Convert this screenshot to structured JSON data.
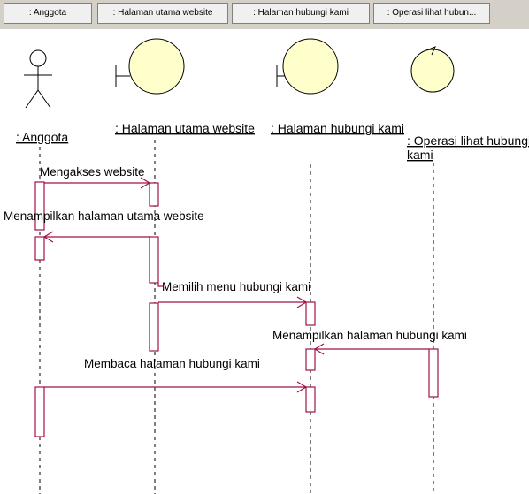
{
  "tabs": [
    {
      "label": ": Anggota"
    },
    {
      "label": ": Halaman utama website"
    },
    {
      "label": ": Halaman hubungi kami"
    },
    {
      "label": ": Operasi lihat hubun..."
    }
  ],
  "objects": [
    {
      "id": "actor",
      "type": "actor",
      "label": ": Anggota"
    },
    {
      "id": "boundary1",
      "type": "boundary",
      "label": ": Halaman utama website"
    },
    {
      "id": "boundary2",
      "type": "boundary",
      "label": ": Halaman hubungi kami"
    },
    {
      "id": "control",
      "type": "control",
      "label_line1": ": Operasi lihat hubungi",
      "label_line2": "kami"
    }
  ],
  "messages": [
    {
      "label": "Mengakses website",
      "from": "actor",
      "to": "boundary1"
    },
    {
      "label": "Menampilkan halaman utama website",
      "from": "boundary1",
      "to": "actor"
    },
    {
      "label": "Memilih menu hubungi kami",
      "from": "boundary1",
      "to": "boundary2"
    },
    {
      "label": "Menampilkan halaman hubungi kami",
      "from": "control",
      "to": "boundary2"
    },
    {
      "label": "Membaca halaman hubungi kami",
      "from": "actor",
      "to": "boundary2"
    }
  ],
  "colors": {
    "message": "#a0104a",
    "object_fill": "#ffffcc",
    "tabbar": "#d4d0c8"
  }
}
